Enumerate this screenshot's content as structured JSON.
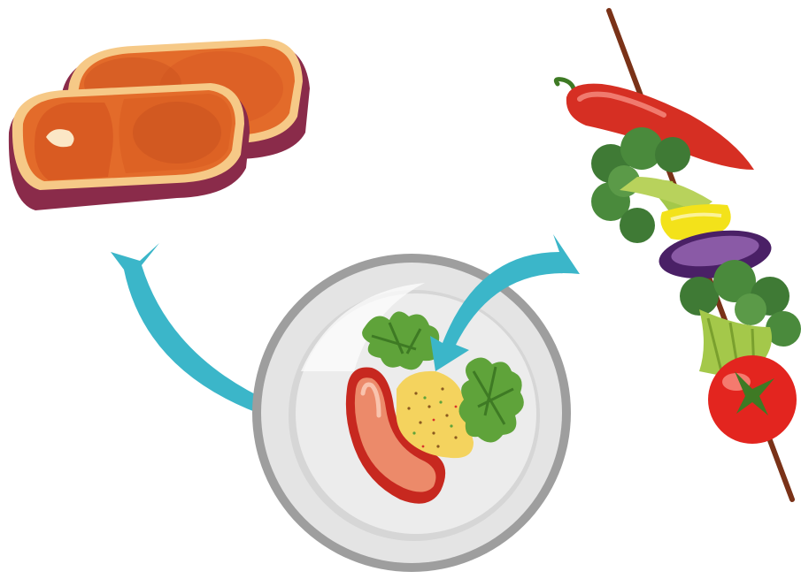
{
  "illustration": {
    "elements": [
      {
        "name": "meat-steaks",
        "icon": "steak-icon"
      },
      {
        "name": "vegetable-skewer",
        "icon": "kebab-icon"
      },
      {
        "name": "plate",
        "icon": "plate-icon"
      },
      {
        "name": "sausage",
        "icon": "sausage-icon"
      },
      {
        "name": "mashed-potato",
        "icon": "potato-icon"
      },
      {
        "name": "parsley",
        "icon": "herb-icon"
      }
    ],
    "arrow_color": "#3bb6c9",
    "colors": {
      "meat": "#e86a2c",
      "meat_side": "#8a2b4a",
      "plate_rim": "#9e9e9e",
      "plate": "#ececec",
      "sausage": "#d8332b",
      "potato": "#f4d35e",
      "parsley": "#5fa33a",
      "pepper": "#d62f23",
      "broccoli": "#3f7a35",
      "yellow_pepper": "#f3e21a",
      "eggplant": "#5b2d7a",
      "tomato": "#e3251f",
      "skewer": "#7a3218"
    }
  }
}
